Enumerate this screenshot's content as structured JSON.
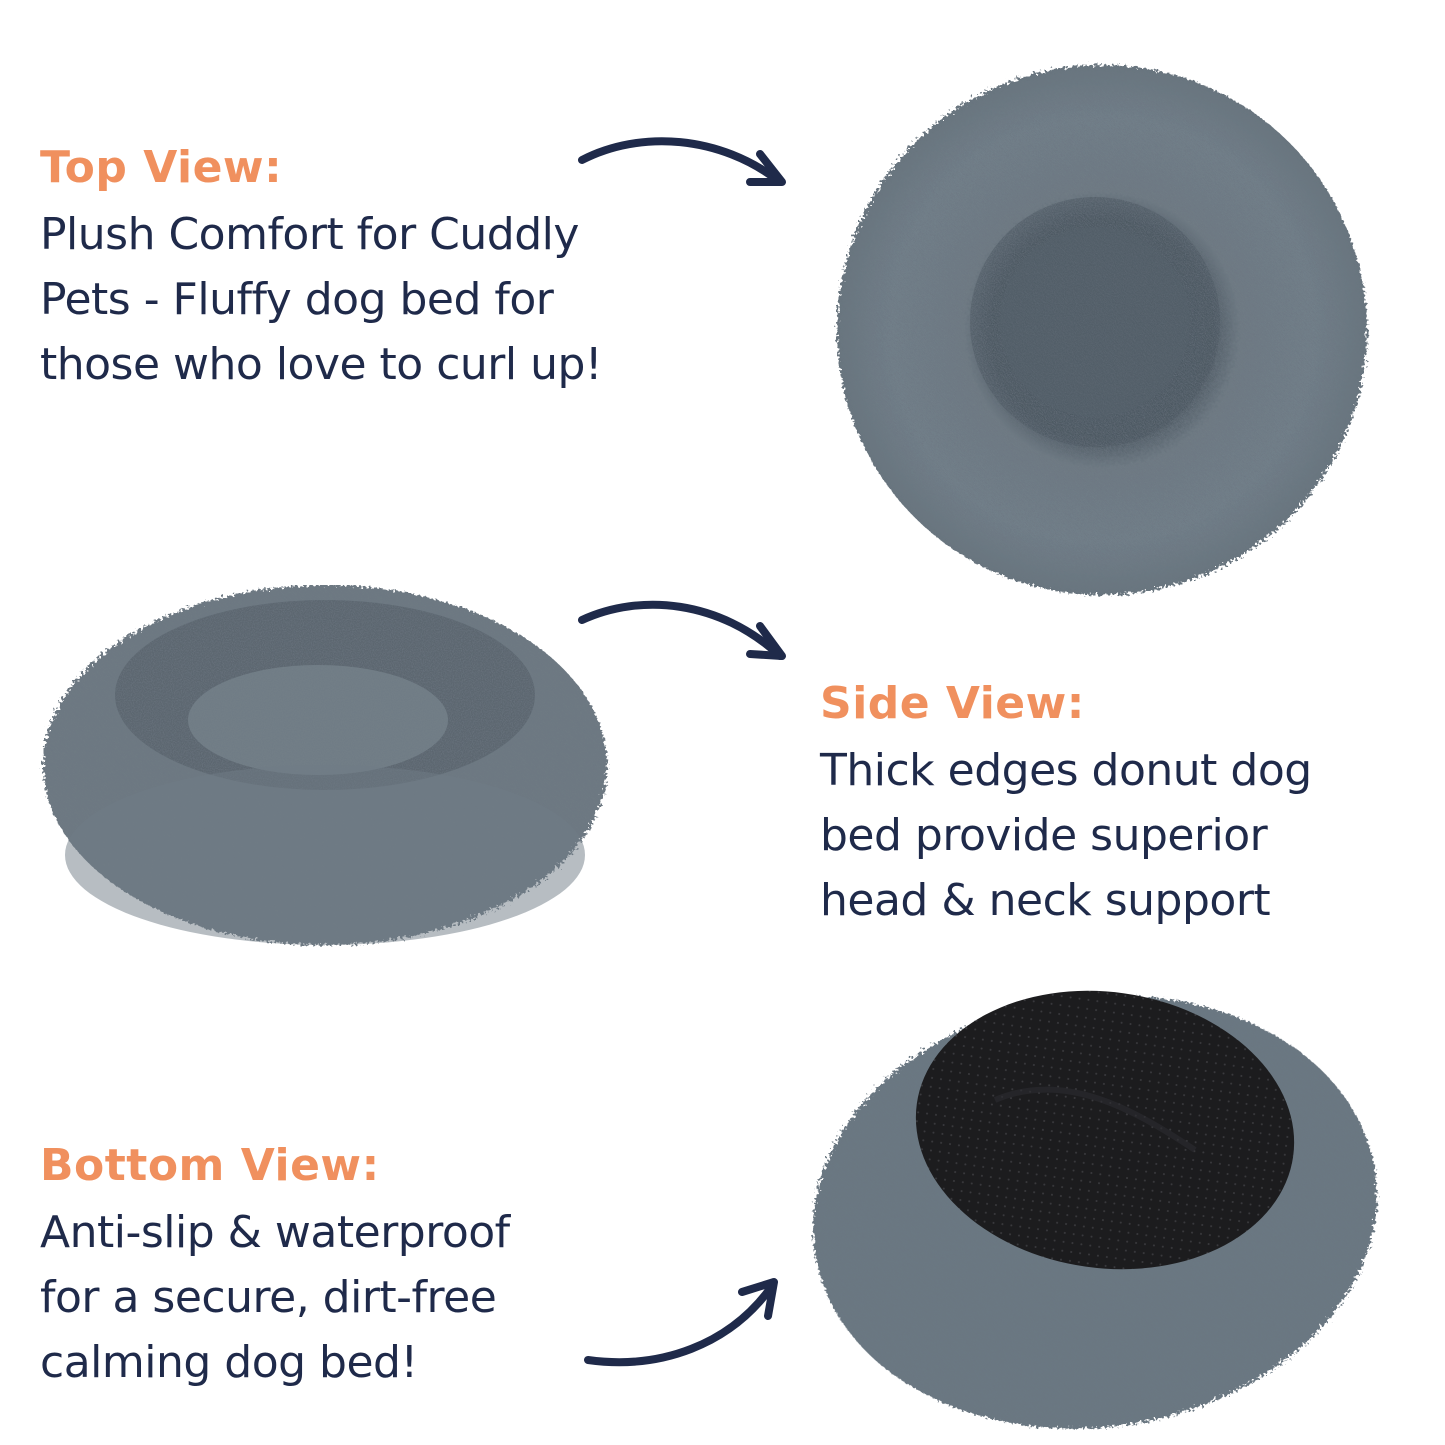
{
  "colors": {
    "heading": "#F0905E",
    "body_text": "#1F2A4A",
    "arrow": "#1F2A4A",
    "fur_gray": "#6B7880",
    "fur_dark": "#4A555E",
    "bottom_pad": "#1C1C1E",
    "background": "#FFFFFF"
  },
  "sections": [
    {
      "id": "top",
      "heading": "Top View:",
      "lines": [
        "Plush Comfort for Cuddly",
        "Pets - Fluffy dog bed for",
        "those who love to curl up!"
      ],
      "image": "donut-bed-top-view"
    },
    {
      "id": "side",
      "heading": "Side View:",
      "lines": [
        "Thick edges donut dog",
        "bed provide superior",
        "head & neck support"
      ],
      "image": "donut-bed-side-view"
    },
    {
      "id": "bottom",
      "heading": "Bottom View:",
      "lines": [
        "Anti-slip & waterproof",
        "for a secure, dirt-free",
        "calming dog bed!"
      ],
      "image": "donut-bed-bottom-view"
    }
  ],
  "icons": [
    "curved-arrow-right-icon",
    "curved-arrow-right-icon",
    "curved-arrow-up-right-icon"
  ]
}
